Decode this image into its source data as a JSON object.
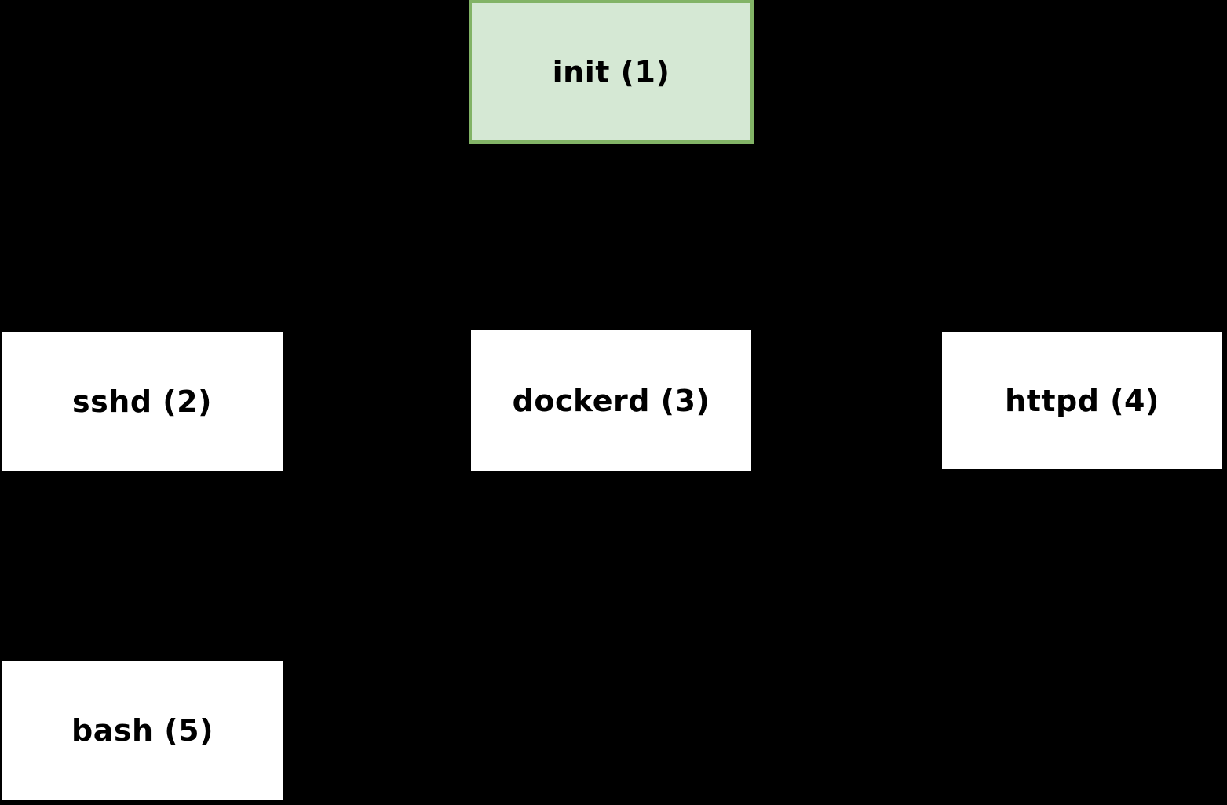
{
  "diagram": {
    "background_color": "#000000",
    "nodes": [
      {
        "id": "init",
        "label": "init (1)",
        "pid": 1,
        "fill": "#d5e8d4",
        "border": "#82b366",
        "text_color": "#000000",
        "highlighted": true
      },
      {
        "id": "sshd",
        "label": "sshd (2)",
        "pid": 2,
        "fill": "#ffffff",
        "border": "",
        "text_color": "#000000",
        "highlighted": false
      },
      {
        "id": "dockerd",
        "label": "dockerd (3)",
        "pid": 3,
        "fill": "#ffffff",
        "border": "",
        "text_color": "#000000",
        "highlighted": false
      },
      {
        "id": "httpd",
        "label": "httpd (4)",
        "pid": 4,
        "fill": "#ffffff",
        "border": "",
        "text_color": "#000000",
        "highlighted": false
      },
      {
        "id": "bash",
        "label": "bash (5)",
        "pid": 5,
        "fill": "#ffffff",
        "border": "",
        "text_color": "#000000",
        "highlighted": false
      }
    ]
  }
}
